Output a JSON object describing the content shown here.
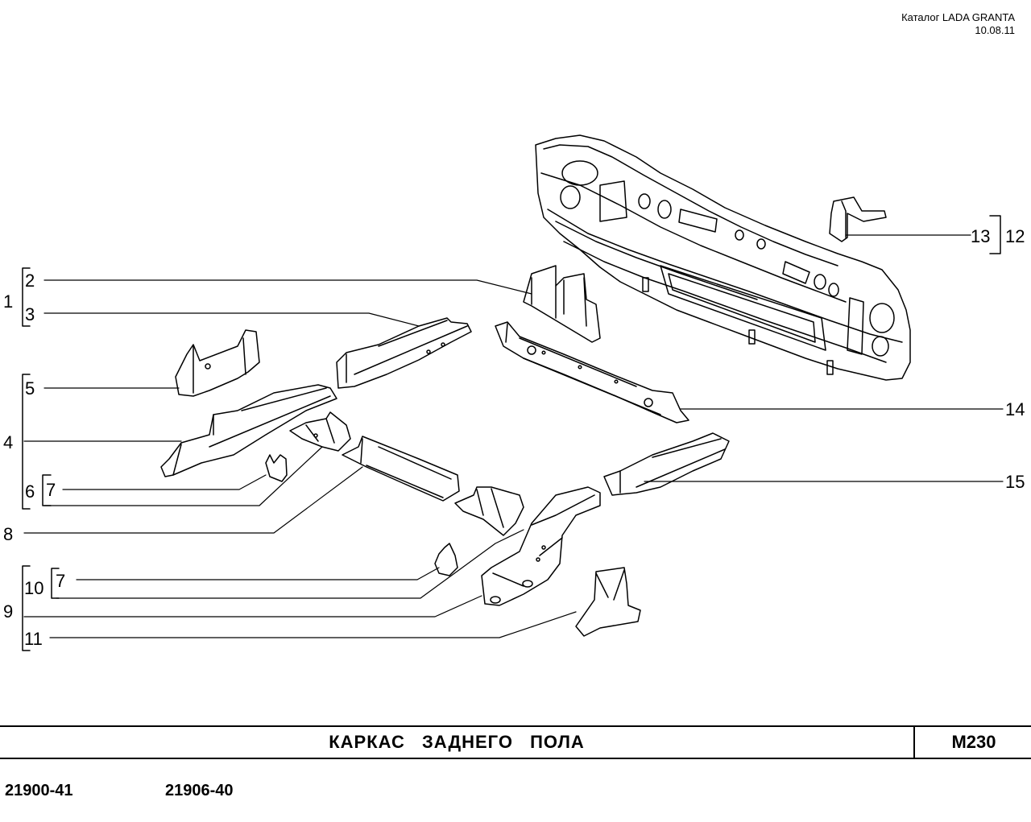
{
  "header": {
    "catalog": "Каталог LADA  GRANTA",
    "date": "10.08.11"
  },
  "title": "КАРКАС   ЗАДНЕГО   ПОЛА",
  "page_code": "M230",
  "variants": [
    "21900-41",
    "21906-40"
  ],
  "callouts": {
    "n1": "1",
    "n2": "2",
    "n3": "3",
    "n4": "4",
    "n5": "5",
    "n6": "6",
    "n7a": "7",
    "n8": "8",
    "n9": "9",
    "n10": "10",
    "n7b": "7",
    "n11": "11",
    "n12": "12",
    "n13": "13",
    "n14": "14",
    "n15": "15"
  }
}
